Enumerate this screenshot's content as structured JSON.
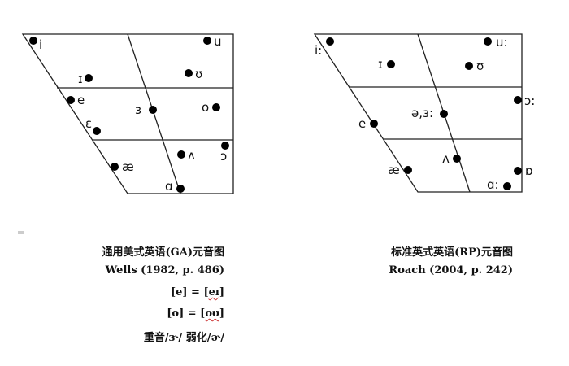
{
  "ga_chart": {
    "vowels": [
      {
        "id": "i",
        "symbol": "i"
      },
      {
        "id": "u",
        "symbol": "u"
      },
      {
        "id": "ɪ",
        "symbol": "ɪ"
      },
      {
        "id": "ʊ",
        "symbol": "ʊ"
      },
      {
        "id": "e",
        "symbol": "e"
      },
      {
        "id": "ɜ",
        "symbol": "ɜ"
      },
      {
        "id": "o",
        "symbol": "o"
      },
      {
        "id": "ɛ",
        "symbol": "ɛ"
      },
      {
        "id": "ʌ",
        "symbol": "ʌ"
      },
      {
        "id": "ɔ",
        "symbol": "ɔ"
      },
      {
        "id": "æ",
        "symbol": "æ"
      },
      {
        "id": "ɑ",
        "symbol": "ɑ"
      }
    ]
  },
  "rp_chart": {
    "vowels": [
      {
        "id": "i:",
        "symbol": "i:"
      },
      {
        "id": "u:",
        "symbol": "u:"
      },
      {
        "id": "ɪ",
        "symbol": "ɪ"
      },
      {
        "id": "ʊ",
        "symbol": "ʊ"
      },
      {
        "id": "e",
        "symbol": "e"
      },
      {
        "id": "ə,ɜ:",
        "symbol": "ə,ɜ:"
      },
      {
        "id": "ɔ:",
        "symbol": "ɔ:"
      },
      {
        "id": "ʌ",
        "symbol": "ʌ"
      },
      {
        "id": "æ",
        "symbol": "æ"
      },
      {
        "id": "ɒ",
        "symbol": "ɒ"
      },
      {
        "id": "ɑ:",
        "symbol": "ɑ:"
      }
    ]
  },
  "captions": {
    "ga_title": "通用美式英语(GA)元音图",
    "ga_source": "Wells (1982, p. 486)",
    "ga_note1_a": "[e] = [",
    "ga_note1_b": "eɪ",
    "ga_note1_c": "]",
    "ga_note2_a": "[o] = [",
    "ga_note2_b": "oʊ",
    "ga_note2_c": "]",
    "ga_note3": "重音/ɝ/  弱化/ɚ/",
    "rp_title": "标准英式英语(RP)元音图",
    "rp_source": "Roach (2004, p. 242)"
  }
}
